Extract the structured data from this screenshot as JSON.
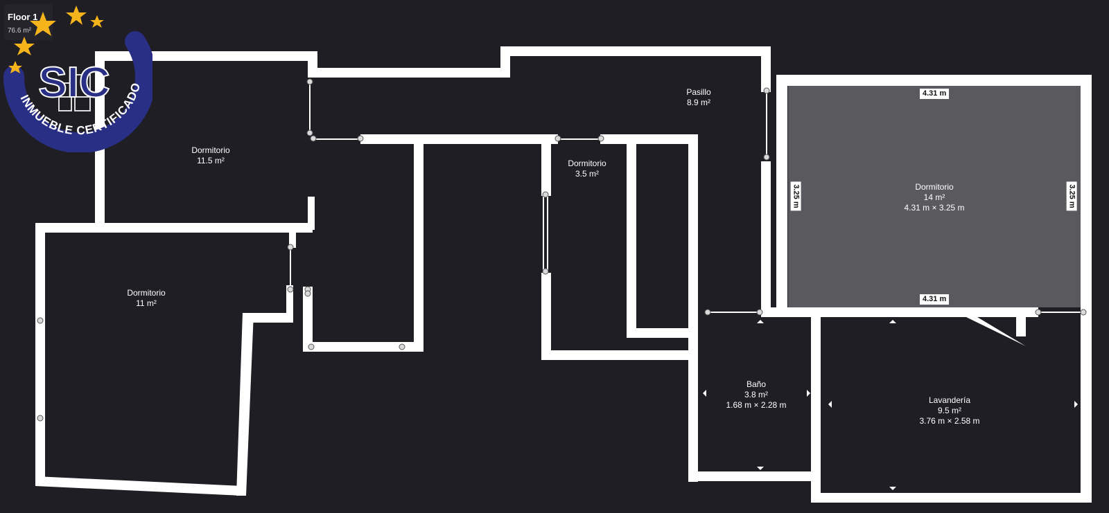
{
  "floor": {
    "title": "Floor 1",
    "area": "76.6 m²"
  },
  "rooms": [
    {
      "name": "Dormitorio",
      "area": "11.5 m²",
      "dims": ""
    },
    {
      "name": "Dormitorio",
      "area": "11 m²",
      "dims": ""
    },
    {
      "name": "Pasillo",
      "area": "8.9 m²",
      "dims": ""
    },
    {
      "name": "Dormitorio",
      "area": "3.5 m²",
      "dims": ""
    },
    {
      "name": "Dormitorio",
      "area": "14 m²",
      "dims": "4.31 m × 3.25 m"
    },
    {
      "name": "Baño",
      "area": "3.8 m²",
      "dims": "1.68 m × 2.28 m"
    },
    {
      "name": "Lavandería",
      "area": "9.5 m²",
      "dims": "3.76 m × 2.58 m"
    }
  ],
  "dimensions": {
    "top": "4.31 m",
    "bottom": "4.31 m",
    "left": "3.25 m",
    "right": "3.25 m"
  },
  "badge": {
    "main": "SIC",
    "ring": "INMUEBLE CERTIFICADO"
  },
  "colors": {
    "background": "#1e1e24",
    "wall": "#ffffff",
    "selected_room": "#5a5a5e",
    "badge_blue": "#2a2f86",
    "star_yellow": "#f6b41c"
  }
}
